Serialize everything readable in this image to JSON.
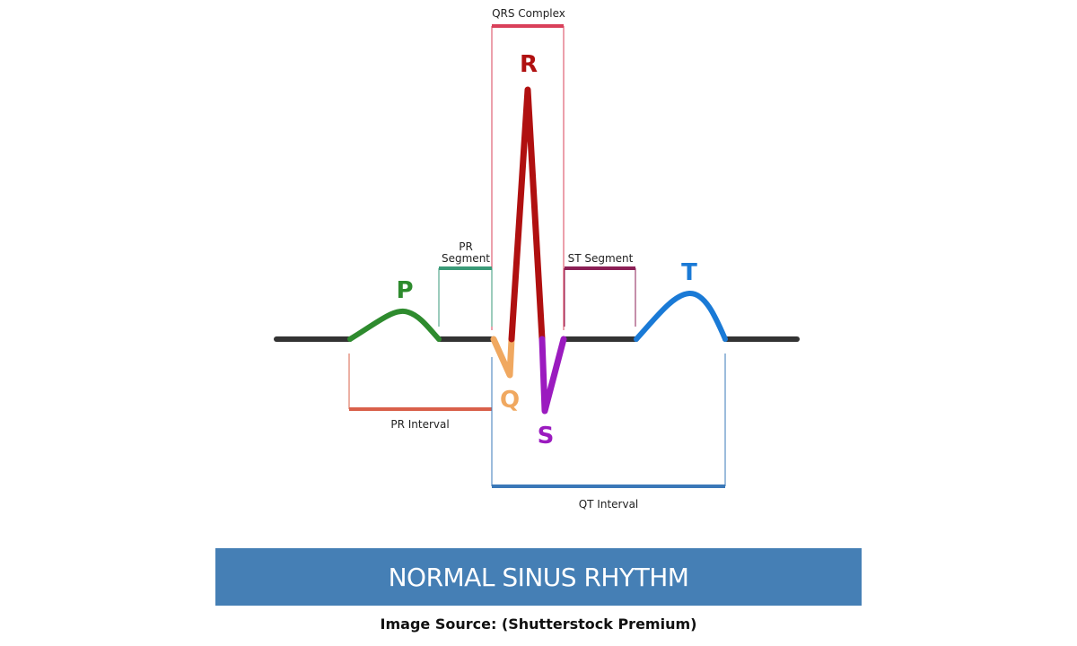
{
  "waves": {
    "p": "P",
    "q": "Q",
    "r": "R",
    "s": "S",
    "t": "T"
  },
  "labels": {
    "qrs_complex": "QRS Complex",
    "pr_segment_line1": "PR",
    "pr_segment_line2": "Segment",
    "st_segment": "ST Segment",
    "pr_interval": "PR Interval",
    "qt_interval": "QT Interval"
  },
  "banner": {
    "title": "NORMAL SINUS RHYTHM"
  },
  "footer": {
    "source": "Image Source: (Shutterstock Premium)"
  },
  "colors": {
    "baseline": "#333333",
    "p_wave": "#2e8b2e",
    "q_wave": "#f0a860",
    "r_wave": "#b01010",
    "s_wave": "#9b1bbf",
    "t_wave": "#1a7ad6",
    "qrs_bracket": "#d9405a",
    "pr_segment_bracket": "#3a9a78",
    "st_segment_bracket": "#8b1f55",
    "pr_interval_bracket": "#d9604a",
    "qt_interval_bracket": "#3a78b8",
    "banner_bg": "#457fb5"
  }
}
